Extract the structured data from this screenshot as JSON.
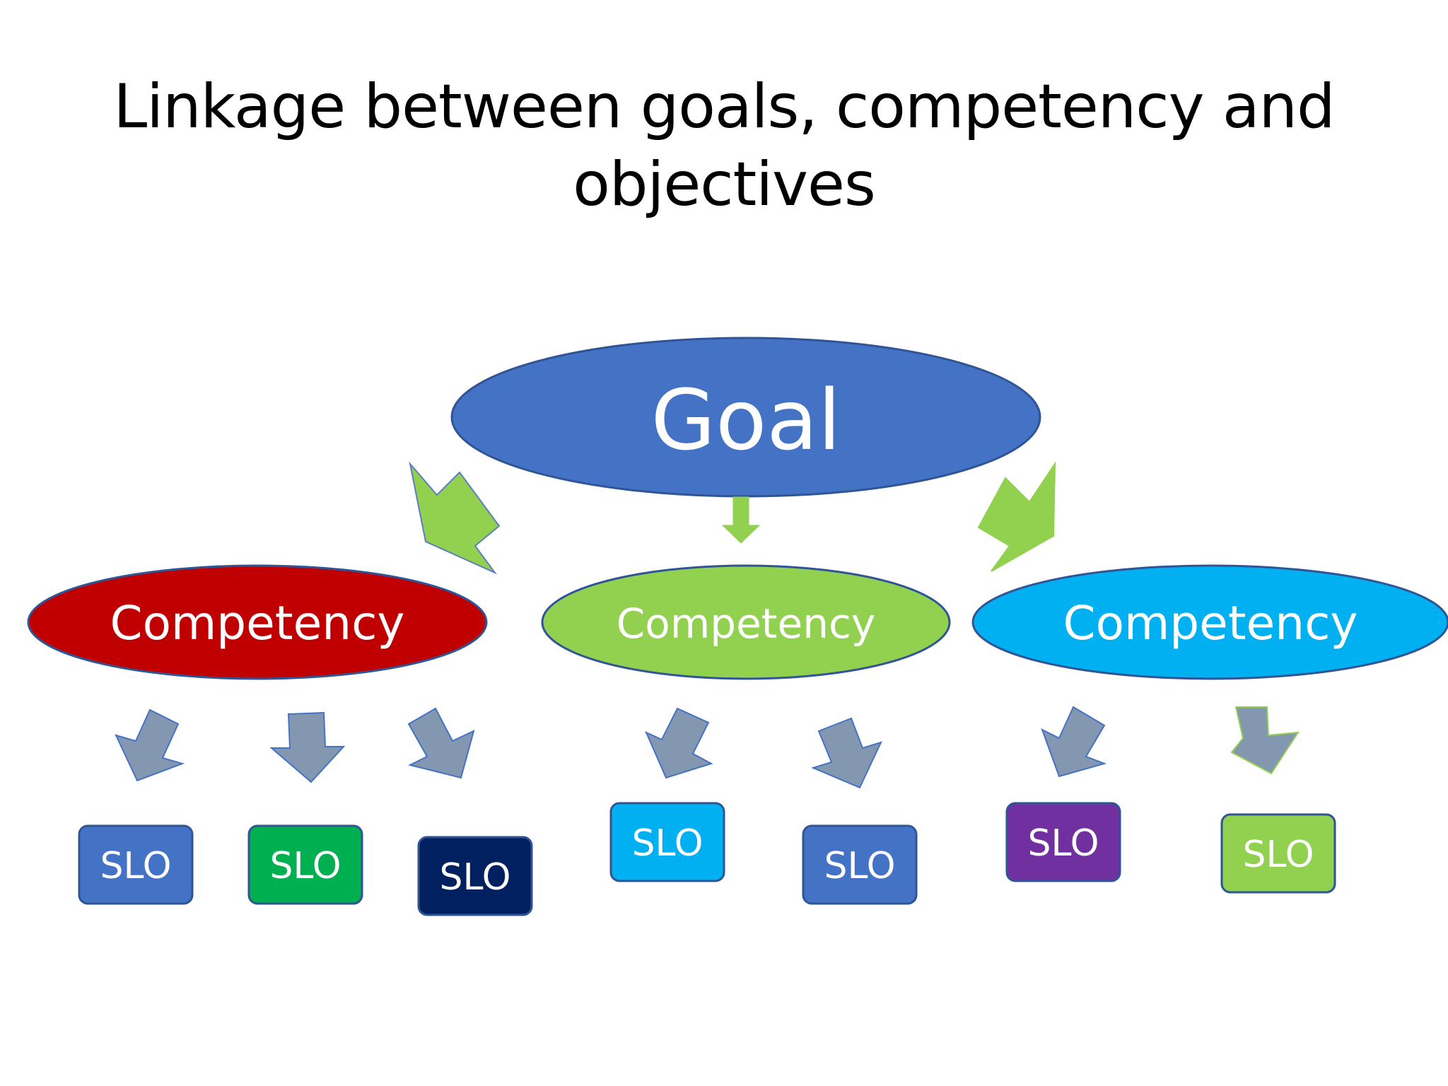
{
  "title": {
    "line1": "Linkage between goals, competency and",
    "line2": "objectives"
  },
  "goal": {
    "label": "Goal",
    "color": "#4472C4"
  },
  "competencies": [
    {
      "label": "Competency",
      "color": "#C00000"
    },
    {
      "label": "Competency",
      "color": "#92D050"
    },
    {
      "label": "Competency",
      "color": "#00B0F0"
    }
  ],
  "slos": [
    {
      "label": "SLO",
      "color": "#4472C4"
    },
    {
      "label": "SLO",
      "color": "#00B050"
    },
    {
      "label": "SLO",
      "color": "#002060"
    },
    {
      "label": "SLO",
      "color": "#00B0F0"
    },
    {
      "label": "SLO",
      "color": "#4472C4"
    },
    {
      "label": "SLO",
      "color": "#7030A0"
    },
    {
      "label": "SLO",
      "color": "#92D050"
    }
  ],
  "colors": {
    "goal_arrow": "#92D050",
    "slo_arrow": "#8497B0",
    "outline": "#2F5597"
  }
}
